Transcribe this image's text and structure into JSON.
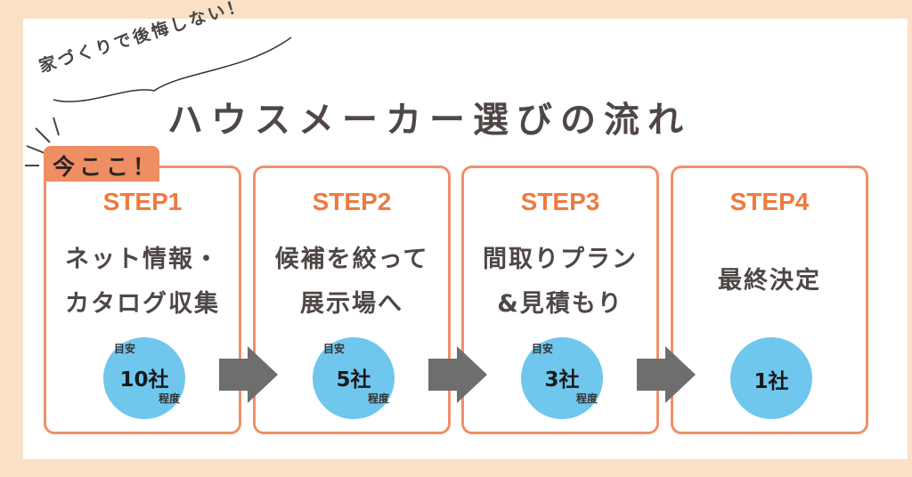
{
  "header": {
    "tagline": "家づくりで後悔しない！",
    "title": "ハウスメーカー選びの流れ",
    "current_marker": "今ここ！"
  },
  "steps": [
    {
      "label": "STEP1",
      "desc_lines": [
        "ネット情報・",
        "カタログ収集"
      ],
      "guide_prefix": "目安",
      "count": "10社",
      "guide_suffix": "程度"
    },
    {
      "label": "STEP2",
      "desc_lines": [
        "候補を絞って",
        "展示場へ"
      ],
      "guide_prefix": "目安",
      "count": "5社",
      "guide_suffix": "程度"
    },
    {
      "label": "STEP3",
      "desc_lines": [
        "間取りプラン",
        "&見積もり"
      ],
      "guide_prefix": "目安",
      "count": "3社",
      "guide_suffix": "程度"
    },
    {
      "label": "STEP4",
      "desc_lines": [
        "最終決定"
      ],
      "count": "1社"
    }
  ],
  "arrows": [
    {
      "icon": "right-arrow-icon",
      "from": "STEP1",
      "to": "STEP2"
    },
    {
      "icon": "right-arrow-icon",
      "from": "STEP2",
      "to": "STEP3"
    },
    {
      "icon": "right-arrow-icon",
      "from": "STEP3",
      "to": "STEP4"
    }
  ],
  "colors": {
    "background": "#f9e0c6",
    "accent_orange": "#ef7a3e",
    "border_orange": "#ef9068",
    "badge_orange": "#ef8d63",
    "bubble_blue": "#6fc7ee",
    "text_dark": "#4f4746",
    "arrow_gray": "#6e6e6e"
  }
}
